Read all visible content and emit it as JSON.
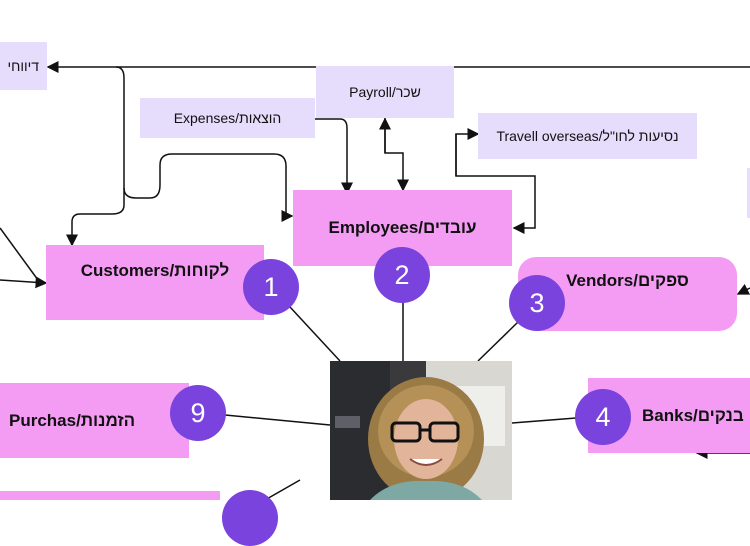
{
  "nodes": {
    "reports": "דיווחי",
    "payroll": "Payroll/שכר",
    "expenses": "Expenses/הוצאות",
    "travel": "Travell overseas/נסיעות לחו\"ל",
    "employees": "Employees/עובדים",
    "customers": "Customers/לקוחות",
    "vendors": "Vendors/ספקים",
    "purchases": "Purchas/הזמנות",
    "banks": "Banks/בנקים"
  },
  "numbers": {
    "n1": "1",
    "n2": "2",
    "n3": "3",
    "n4": "4",
    "n9": "9"
  },
  "colors": {
    "main_box": "#f49cf4",
    "sub_box": "#e6dcfc",
    "circle": "#7a43dd"
  }
}
